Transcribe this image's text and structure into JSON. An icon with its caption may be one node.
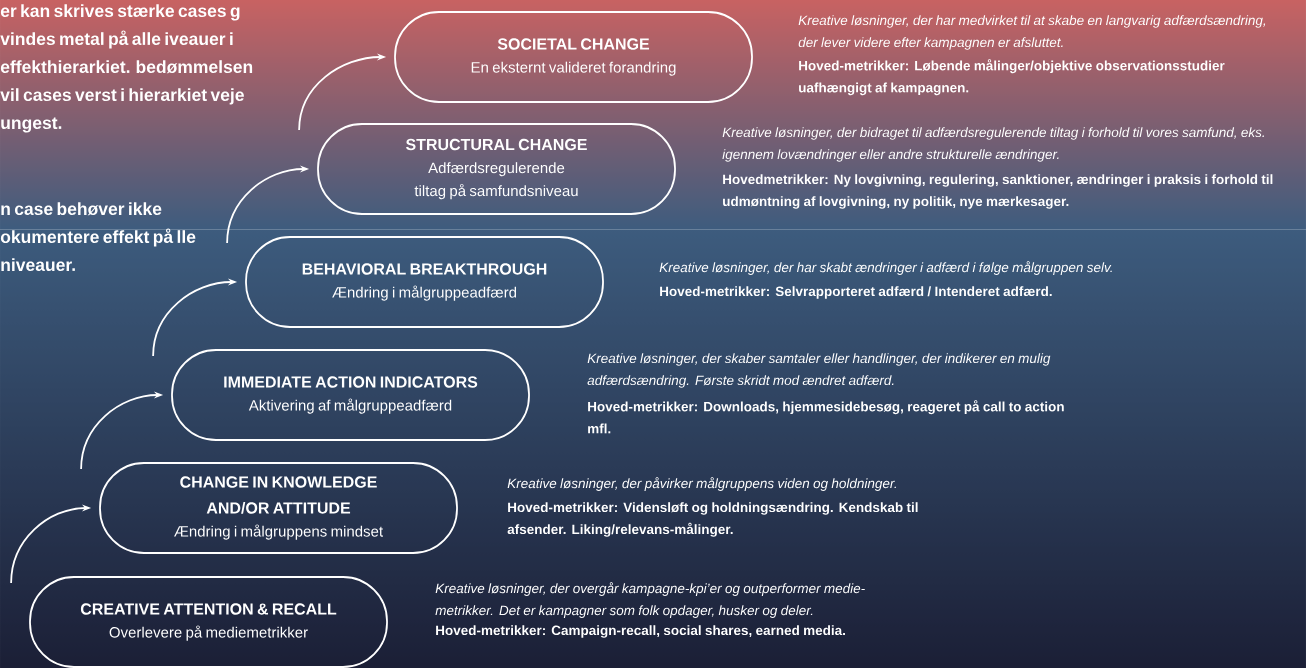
{
  "diagram": {
    "nodes": [
      {
        "text": [
          "SOCIETAL CHANGE",
          "En eksternt valideret forandring"
        ],
        "beside": [
          "Kreative løsninger, der har medvirket til at skabe en langvarig adfærdsændring, der lever videre efter kampagnen er afsluttet.",
          "Hoved-metrikker: Løbende målinger/objektive observationsstudier uafhængigt af kampagnen."
        ]
      },
      {
        "text": [
          "STRUCTURAL CHANGE",
          "Adfærdsregulerende tiltag på samfundsniveau"
        ],
        "beside": [
          "Kreative løsninger, der bidraget til adfærdsregulerende tiltag i forhold til vores samfund, eks. igennem lovændringer eller andre strukturelle ændringer.",
          "Hovedmetrikker: Ny lovgivning, regulering, sanktioner, ændringer i praksis i forhold til udmøntning af lovgivning, ny politik, nye mærkesager."
        ]
      },
      {
        "text": [
          "BEHAVIORAL BREAKTHROUGH",
          "Ændring i målgruppeadfærd"
        ],
        "beside": [
          "Kreative løsninger, der har skabt ændringer i adfærd i følge målgruppen selv.",
          "Hoved-metrikker: Selvrapporteret adfærd / Intenderet adfærd."
        ]
      },
      {
        "text": [
          "IMMEDIATE ACTION INDICATORS",
          "Aktivering af målgruppeadfærd"
        ],
        "beside": [
          "Kreative løsninger, der skaber samtaler eller handlinger, der indikerer en mulig adfærdsændring. Første skridt mod ændret adfærd.",
          "Hoved-metrikker: Downloads, hjemmesidebesøg, reageret på call to action mfl."
        ]
      },
      {
        "text": [
          "CHANGE IN KNOWLEDGE AND/OR ATTITUDE",
          "Ændring i målgruppens mindset"
        ],
        "beside": [
          "Kreative løsninger, der påvirker målgruppens viden og holdninger.",
          "Hoved-metrikker: Vidensløft og holdningsændring. Kendskab til afsender. Liking/relevans-målinger."
        ]
      },
      {
        "text": [
          "CREATIVE ATTENTION & RECALL",
          "Overlevere på mediemetrikker"
        ],
        "beside": [
          "Kreative løsninger, der overgår kampagne-kpi’er og outperformer medie-metrikker. Det er kampagner som folk opdager, husker og deler.",
          "Hoved-metrikker: Campaign-recall, social shares, earned media."
        ]
      }
    ],
    "edges": [
      {
        "from": 5,
        "to": 4,
        "arrow": "to"
      },
      {
        "from": 4,
        "to": 3,
        "arrow": "to"
      },
      {
        "from": 3,
        "to": 2,
        "arrow": "to"
      },
      {
        "from": 2,
        "to": 1,
        "arrow": "to"
      },
      {
        "from": 1,
        "to": 0,
        "arrow": "to"
      }
    ],
    "labels": [
      "er kan skrives stærke cases g vindes metal på alle iveauer i effekthierarkiet. bedømmelsen vil cases verst i hierarkiet veje ungest.",
      "n case behøver ikke okumentere effekt på lle niveauer."
    ]
  }
}
